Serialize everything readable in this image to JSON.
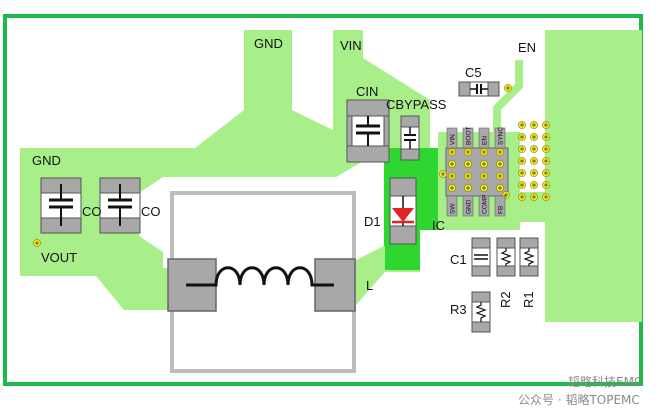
{
  "colors": {
    "board_outline": "#1fb84a",
    "copper": "#a8ef8a",
    "copper_bright": "#2fd62f",
    "pad": "#a8a8a8",
    "via": "#f3ea1d",
    "diode": "#e02424",
    "pin_red": "#e02424"
  },
  "labels": {
    "gnd_top": "GND",
    "vin": "VIN",
    "en": "EN",
    "c5": "C5",
    "cin": "CIN",
    "cbypass": "CBYPASS",
    "gnd_left": "GND",
    "co1": "CO",
    "co2": "CO",
    "vout": "VOUT",
    "d1": "D1",
    "ic": "IC",
    "l": "L",
    "c1": "C1",
    "r3": "R3",
    "r2": "R2",
    "r1": "R1"
  },
  "ic_pins": {
    "top": [
      "VIN",
      "BOOT",
      "EN",
      "SYNC"
    ],
    "bottom": [
      "SW",
      "GND",
      "COMP",
      "FB"
    ]
  },
  "watermark": {
    "line1": "韬略科技EMC",
    "line2": "公众号 · 韬略TOPEMC"
  }
}
